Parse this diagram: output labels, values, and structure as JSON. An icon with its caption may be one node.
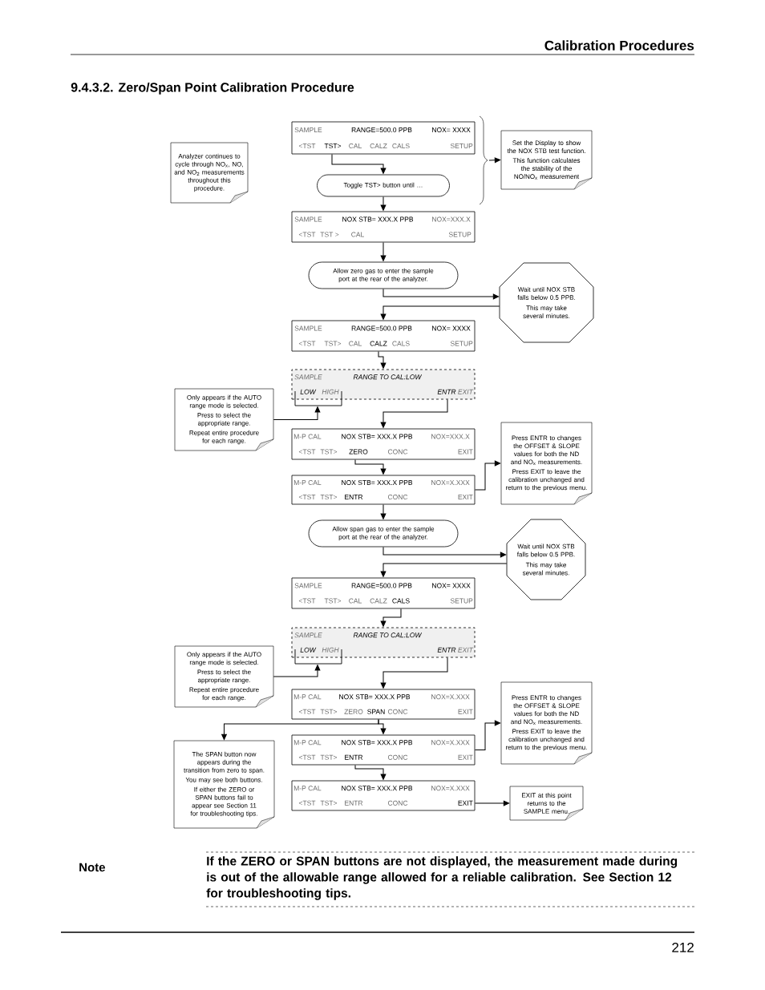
{
  "diagram": {
    "title": "9.4.3.2. Zero/Span Point Calibration Procedure",
    "nodes": [
      {
        "text": [
          "Analyzer continues to cycle through NO$_{x}$, NO, and NO$_{2}$ measurements throughout this procedure."
        ]
      },
      {
        "text": [
          "SAMPLE",
          "RANGE=500.0 PPB",
          "NOX= XXXX",
          "<TST",
          "TST>",
          "CAL",
          "CALZ",
          "CALS",
          "SETUP"
        ]
      },
      {
        "text": [
          "Set the Display to show the NOX STB test function.",
          "This function calculates the stability of the NO/NO$_{x}$ measurement"
        ]
      },
      {
        "text": [
          "Toggle TST> button until …"
        ]
      },
      {
        "text": [
          "SAMPLE",
          "NOX STB= XXX.X PPB",
          "NOX=XXX.X",
          "<TST",
          "TST >",
          "CAL",
          "SETUP"
        ]
      },
      {
        "text": [
          "Allow zero gas to enter the sample port at the rear of the analyzer."
        ]
      },
      {
        "text": [
          "Wait until NOX STB falls below 0.5 PPB.",
          "This may take several minutes."
        ]
      },
      {
        "text": [
          "SAMPLE",
          "RANGE=500.0 PPB",
          "NOX= XXXX",
          "<TST",
          "TST>",
          "CAL",
          "CALZ",
          "CALS",
          "SETUP"
        ]
      },
      {
        "text": [
          "SAMPLE",
          "RANGE TO CAL:LOW",
          "LOW",
          "HIGH",
          "ENTR",
          "EXIT"
        ]
      },
      {
        "text": [
          "Only appears if the AUTO range mode is selected.",
          "Press to select the appropriate range.",
          "Repeat entire procedure for each range."
        ]
      },
      {
        "text": [
          "M-P CAL",
          "NOX STB= XXX.X PPB",
          "NOX=XXX.X",
          "<TST",
          "TST>",
          "ZERO",
          "CONC",
          "EXIT"
        ]
      },
      {
        "text": [
          "Press ENTR to changes the OFFSET & SLOPE values for both the ND and NO$_{x}$ measurements.",
          "Press EXIT to leave the calibration unchanged and return to the previous menu."
        ]
      },
      {
        "text": [
          "M-P CAL",
          "NOX STB= XXX.X PPB",
          "NOX=X.XXX",
          "<TST",
          "TST>",
          "ENTR",
          "CONC",
          "EXIT"
        ]
      },
      {
        "text": [
          "Allow span gas to enter the sample port at the rear of the analyzer."
        ]
      },
      {
        "text": [
          "Wait until NOX STB falls below 0.5 PPB.",
          "This may take several minutes."
        ]
      },
      {
        "text": [
          "SAMPLE",
          "RANGE=500.0 PPB",
          "NOX= XXXX",
          "<TST",
          "TST>",
          "CAL",
          "CALZ",
          "CALS",
          "SETUP"
        ]
      },
      {
        "text": [
          "SAMPLE",
          "RANGE TO CAL:LOW",
          "LOW",
          "HIGH",
          "ENTR",
          "EXIT"
        ]
      },
      {
        "text": [
          "Only appears if the AUTO range mode is selected.",
          "Press to select the appropriate range.",
          "Repeat entire procedure for each range."
        ]
      },
      {
        "text": [
          "M-P CAL",
          "NOX STB= XXX.X PPB",
          "NOX=X.XXX",
          "<TST",
          "TST>",
          "ZERO",
          "SPAN",
          "CONC",
          "EXIT"
        ]
      },
      {
        "text": [
          "The SPAN button now appears during the transition from zero to span.",
          "You may see both buttons.",
          "If either the ZERO or SPAN buttons fail to appear see Section 11 for troubleshooting tips."
        ]
      },
      {
        "text": [
          "M-P CAL",
          "NOX STB= XXX.X PPB",
          "NOX=X.XXX",
          "<TST",
          "TST>",
          "ENTR",
          "CONC",
          "EXIT"
        ]
      },
      {
        "text": [
          "Press ENTR to changes the OFFSET & SLOPE values for both the ND and NO$_{x}$ measurements.",
          "Press EXIT to leave the calibration unchanged and return to the previous menu."
        ]
      },
      {
        "text": [
          "M-P CAL",
          "NOX STB= XXX.X PPB",
          "NOX=X.XXX",
          "<TST",
          "TST>",
          "ENTR",
          "CONC",
          "EXIT"
        ]
      },
      {
        "text": [
          "EXIT at this point returns to the SAMPLE menu."
        ]
      }
    ],
    "edges": [
      {
        "from": 1,
        "to": 3,
        "arrow": "to"
      },
      {
        "from": null,
        "to": 2,
        "arrow": "to"
      },
      {
        "from": 3,
        "to": 4,
        "arrow": "to"
      },
      {
        "from": 4,
        "to": 5,
        "arrow": "to"
      },
      {
        "from": 5,
        "to": 6,
        "arrow": "to"
      },
      {
        "from": 6,
        "to": 7,
        "arrow": "to"
      },
      {
        "from": 7,
        "to": 8,
        "arrow": "to"
      },
      {
        "from": 9,
        "to": 8,
        "arrow": "to"
      },
      {
        "from": 8,
        "to": 10,
        "arrow": "to"
      },
      {
        "from": 10,
        "to": 12,
        "arrow": "to"
      },
      {
        "from": 12,
        "to": 11,
        "arrow": "to"
      },
      {
        "from": 12,
        "to": 13,
        "arrow": "to"
      },
      {
        "from": 13,
        "to": 14,
        "arrow": "to"
      },
      {
        "from": 14,
        "to": 15,
        "arrow": "to"
      },
      {
        "from": 15,
        "to": 16,
        "arrow": "to"
      },
      {
        "from": 17,
        "to": 16,
        "arrow": "to"
      },
      {
        "from": 16,
        "to": 18,
        "arrow": "to"
      },
      {
        "from": 18,
        "to": 19,
        "arrow": "to"
      },
      {
        "from": 18,
        "to": 20,
        "arrow": "to"
      },
      {
        "from": 20,
        "to": 21,
        "arrow": "to"
      },
      {
        "from": 20,
        "to": 22,
        "arrow": "to"
      },
      {
        "from": 22,
        "to": 23,
        "arrow": "to"
      }
    ],
    "labels": [
      "Calibration Procedures",
      "Note",
      "If the ZERO or SPAN buttons are not displayed, the measurement made during is out of the allowable range allowed for a reliable calibration.  See Section 12 for troubleshooting tips.",
      "212"
    ]
  }
}
